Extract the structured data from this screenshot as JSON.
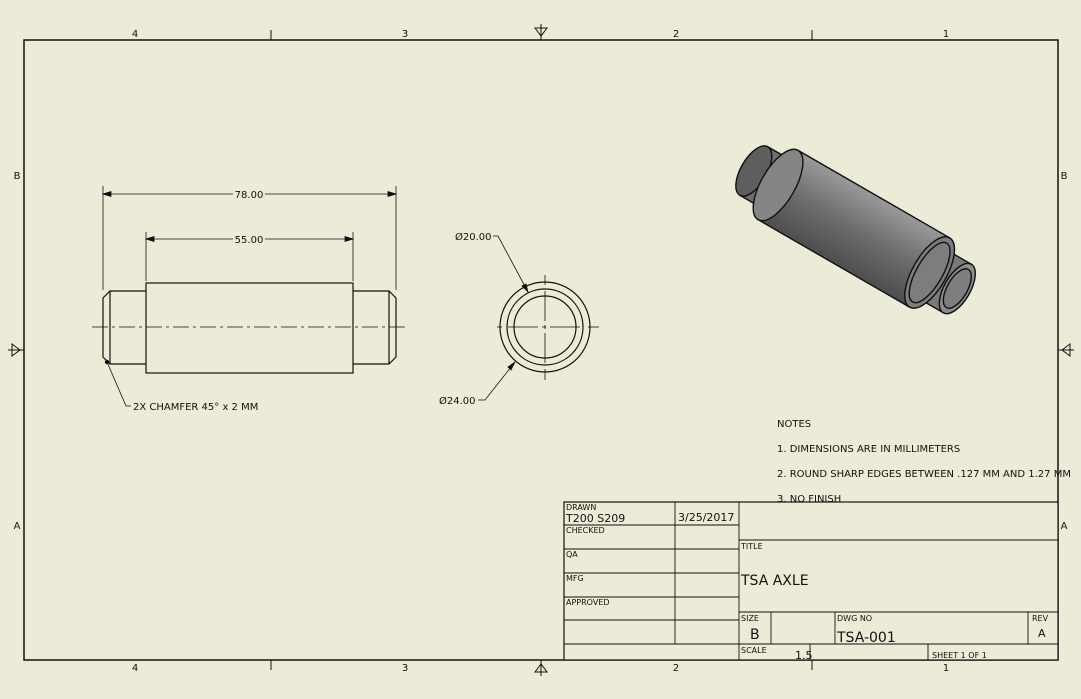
{
  "zones": {
    "columns": [
      "4",
      "3",
      "2",
      "1"
    ],
    "rows": [
      "B",
      "A"
    ]
  },
  "dimensions": {
    "overall_length": "78.00",
    "body_length": "55.00",
    "chamfer": "2X CHAMFER 45° x 2 MM",
    "inner_diameter": "Ø20.00",
    "outer_diameter": "Ø24.00"
  },
  "notes": {
    "heading": "NOTES",
    "items": [
      "1. DIMENSIONS ARE IN MILLIMETERS",
      "2. ROUND SHARP EDGES BETWEEN .127 MM AND 1.27 MM",
      "3. NO FINISH"
    ]
  },
  "title_block": {
    "drawn_label": "DRAWN",
    "drawn_by": "T200 S209",
    "drawn_date": "3/25/2017",
    "checked_label": "CHECKED",
    "qa_label": "QA",
    "mfg_label": "MFG",
    "approved_label": "APPROVED",
    "title_label": "TITLE",
    "title": "TSA AXLE",
    "size_label": "SIZE",
    "size": "B",
    "dwg_no_label": "DWG NO",
    "dwg_no": "TSA-001",
    "rev_label": "REV",
    "rev": "A",
    "scale_label": "SCALE",
    "scale": "1.5",
    "sheet": "SHEET 1  OF 1"
  },
  "colors": {
    "background": "#ecebd7",
    "line": "#111111"
  }
}
